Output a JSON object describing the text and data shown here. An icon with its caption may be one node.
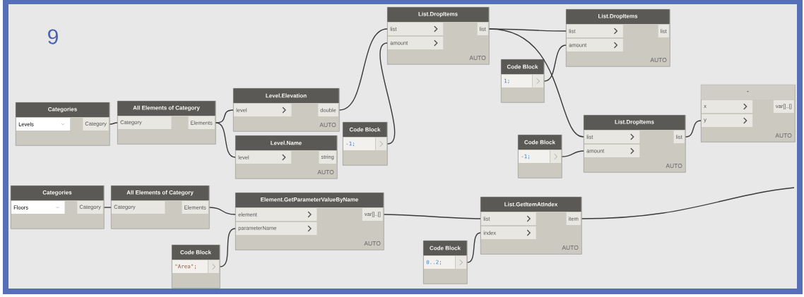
{
  "diagram": {
    "nodes": [
      {
        "text": [
          "Categories",
          "Levels",
          "Category"
        ]
      },
      {
        "text": [
          "All Elements of Category",
          "Category",
          "Elements"
        ]
      },
      {
        "text": [
          "Level.Elevation",
          "level",
          "double",
          "AUTO"
        ]
      },
      {
        "text": [
          "Level.Name",
          "level",
          "string",
          "AUTO"
        ]
      },
      {
        "text": [
          "Code Block",
          "-1;"
        ]
      },
      {
        "text": [
          "List.DropItems",
          "list",
          "amount",
          "list",
          "AUTO"
        ]
      },
      {
        "text": [
          "Code Block",
          "1;"
        ]
      },
      {
        "text": [
          "List.DropItems",
          "list",
          "amount",
          "list",
          "AUTO"
        ]
      },
      {
        "text": [
          "Code Block",
          "-1;"
        ]
      },
      {
        "text": [
          "List.DropItems",
          "list",
          "amount",
          "list",
          "AUTO"
        ]
      },
      {
        "text": [
          "-",
          "x",
          "y",
          "var[]..[]",
          "AUTO"
        ]
      },
      {
        "text": [
          "Categories",
          "Floors",
          "Category"
        ]
      },
      {
        "text": [
          "All Elements of Category",
          "Category",
          "Elements"
        ]
      },
      {
        "text": [
          "Element.GetParameterValueByName",
          "element",
          "parameterName",
          "var[]..[]",
          "AUTO"
        ]
      },
      {
        "text": [
          "Code Block",
          "\"Area\";"
        ]
      },
      {
        "text": [
          "List.GetItemAtIndex",
          "list",
          "index",
          "item",
          "AUTO"
        ]
      },
      {
        "text": [
          "Code Block",
          "0..2;"
        ]
      }
    ],
    "edges": [
      {
        "from": 0,
        "to": 1,
        "arrow": "none"
      },
      {
        "from": 1,
        "to": 2,
        "arrow": "none"
      },
      {
        "from": 1,
        "to": 3,
        "arrow": "none"
      },
      {
        "from": 2,
        "to": 5,
        "arrow": "none"
      },
      {
        "from": 4,
        "to": 5,
        "arrow": "none"
      },
      {
        "from": 5,
        "to": 7,
        "arrow": "none"
      },
      {
        "from": 5,
        "to": 9,
        "arrow": "none"
      },
      {
        "from": 6,
        "to": 7,
        "arrow": "none"
      },
      {
        "from": 8,
        "to": 9,
        "arrow": "none"
      },
      {
        "from": 9,
        "to": 10,
        "arrow": "none"
      },
      {
        "from": 11,
        "to": 12,
        "arrow": "none"
      },
      {
        "from": 12,
        "to": 13,
        "arrow": "none"
      },
      {
        "from": 14,
        "to": 13,
        "arrow": "none"
      },
      {
        "from": 13,
        "to": 15,
        "arrow": "none"
      },
      {
        "from": 16,
        "to": 15,
        "arrow": "none"
      },
      {
        "from": 15,
        "to": null,
        "arrow": "none"
      }
    ],
    "labels": [
      "9"
    ]
  }
}
